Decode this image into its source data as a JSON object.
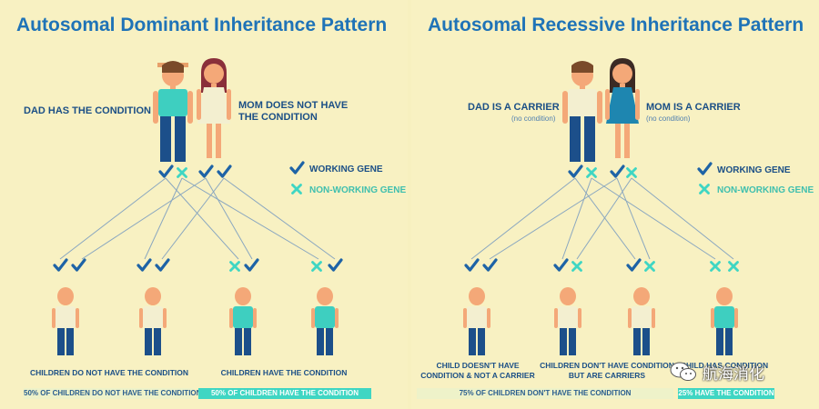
{
  "colors": {
    "background": "#f8f1c2",
    "title": "#1f73b7",
    "text": "#1b4f86",
    "check": "#1e63a6",
    "cross": "#3fd6c3",
    "line": "#8aa7c0",
    "teal_bar": "#3fd6c3",
    "pale_bar": "#eef2c9"
  },
  "dominant": {
    "title": "Autosomal Dominant Inheritance Pattern",
    "dad_label": "DAD HAS THE CONDITION",
    "mom_label_1": "MOM DOES NOT HAVE",
    "mom_label_2": "THE CONDITION",
    "legend_working": "WORKING GENE",
    "legend_nonworking": "NON-WORKING GENE",
    "caption_left": "CHILDREN DO NOT HAVE THE CONDITION",
    "caption_right": "CHILDREN HAVE THE CONDITION",
    "bar_left": "50% OF CHILDREN DO NOT HAVE THE CONDITION",
    "bar_right": "50% OF CHILDREN HAVE THE CONDITION"
  },
  "recessive": {
    "title": "Autosomal Recessive Inheritance Pattern",
    "dad_label": "DAD IS A CARRIER",
    "dad_sub": "(no condition)",
    "mom_label": "MOM IS A CARRIER",
    "mom_sub": "(no condition)",
    "legend_working": "WORKING GENE",
    "legend_nonworking": "NON-WORKING GENE",
    "caption_1_line1": "CHILD DOESN'T HAVE",
    "caption_1_line2": "CONDITION & NOT A CARRIER",
    "caption_2_line1": "CHILDREN DON'T HAVE CONDITION",
    "caption_2_line2": "BUT ARE CARRIERS",
    "caption_3": "CHILD HAS CONDITION",
    "bar_left": "75% OF CHILDREN DON'T HAVE THE CONDITION",
    "bar_right": "25% HAVE THE CONDITION"
  },
  "watermark": {
    "text": "航海消化",
    "icon": "wechat-icon"
  }
}
